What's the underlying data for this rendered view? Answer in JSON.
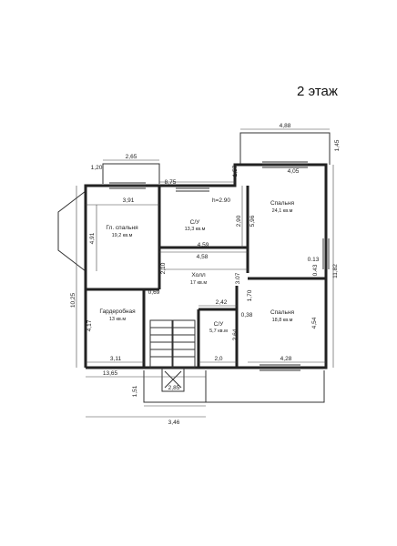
{
  "title": "2 этаж",
  "rooms": [
    {
      "id": "master_bedroom",
      "name": "Гл. спальня",
      "area": "19,2 кв.м"
    },
    {
      "id": "bath_top",
      "name": "С/У",
      "area": "13,3 кв.м"
    },
    {
      "id": "bedroom_right_top",
      "name": "Спальня",
      "area": "24,1 кв.м"
    },
    {
      "id": "hall",
      "name": "Холл",
      "area": "17 кв.м"
    },
    {
      "id": "wardrobe",
      "name": "Гардеробная",
      "area": "13 кв.м"
    },
    {
      "id": "bath_small",
      "name": "С/У",
      "area": "5,7 кв.м"
    },
    {
      "id": "bedroom_right_bottom",
      "name": "Спальня",
      "area": "18,8 кв.м"
    }
  ],
  "ceiling_note": "h=2.90",
  "dimensions": {
    "d_488": "4,88",
    "d_145": "1,45",
    "d_265": "2,65",
    "d_120": "1,20",
    "d_157": "1,57",
    "d_405": "4,05",
    "d_875": "8,75",
    "d_391": "3,91",
    "d_491": "4,91",
    "d_290": "2,90",
    "d_596": "5,96",
    "d_459": "4,59",
    "d_458": "4,58",
    "d_013": "0.13",
    "d_043": "0.43",
    "d_210": "2,10",
    "d_307": "3.07",
    "d_1182": "11,82",
    "d_1025": "10,25",
    "d_069": "0,69",
    "d_170": "1,70",
    "d_242": "2,42",
    "d_038": "0,38",
    "d_417": "4,17",
    "d_264": "2,64",
    "d_454": "4,54",
    "d_311": "3,11",
    "d_20": "2,0",
    "d_428": "4,28",
    "d_1365": "13,65",
    "d_151": "1,51",
    "d_285": "2,85",
    "d_346": "3,46"
  }
}
